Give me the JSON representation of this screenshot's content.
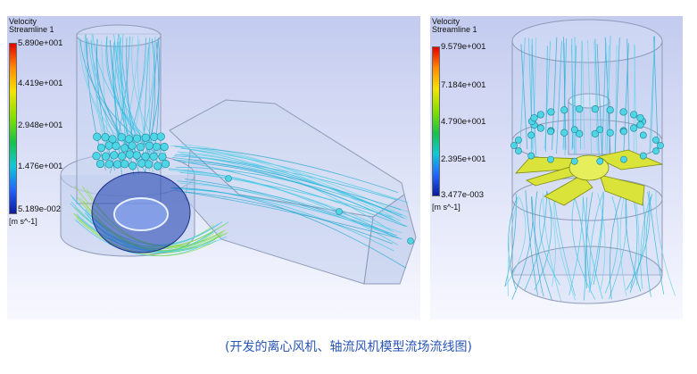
{
  "left_panel": {
    "legend": {
      "title": "Velocity",
      "subtitle": "Streamline 1",
      "ticks": [
        "5.890e+001",
        "4.419e+001",
        "2.948e+001",
        "1.476e+001",
        "5.189e-002"
      ],
      "unit": "[m s^-1]"
    }
  },
  "right_panel": {
    "legend": {
      "title": "Velocity",
      "subtitle": "Streamline 1",
      "ticks": [
        "9.579e+001",
        "7.184e+001",
        "4.790e+001",
        "2.395e+001",
        "3.477e-003"
      ],
      "unit": "[m s^-1]"
    }
  },
  "caption": "(开发的离心风机、轴流风机模型流场流线图)",
  "colors": {
    "background_top": "#c8d0f0",
    "background_bottom": "#f6f7ff",
    "caption": "#2a56b6"
  }
}
